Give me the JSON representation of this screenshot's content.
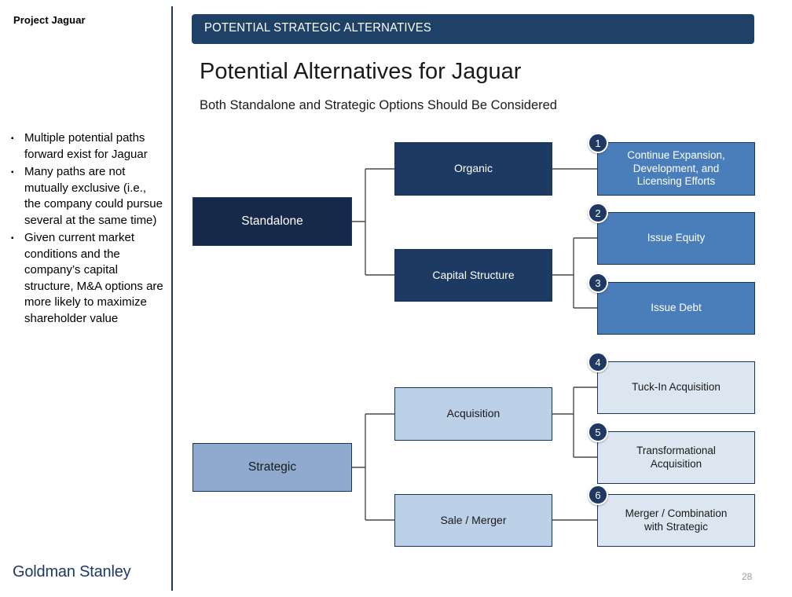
{
  "sidebar": {
    "project_title": "Project Jaguar",
    "bullet_mark": "▪",
    "bullets": [
      "Multiple potential paths forward exist for Jaguar",
      "Many paths are not mutually exclusive (i.e., the company could pursue several at the same time)",
      "Given current market conditions and the company’s capital structure, M&A options are more likely to maximize shareholder value"
    ],
    "brand": "Goldman Stanley"
  },
  "header": {
    "banner_text": "POTENTIAL STRATEGIC ALTERNATIVES",
    "title": "Potential Alternatives for Jaguar",
    "subtitle": "Both Standalone and Strategic Options Should Be Considered"
  },
  "footer": {
    "page_number": "28"
  },
  "colors": {
    "banner": "#1f4067",
    "level1_standalone": "#16294a",
    "level1_strategic": "#8faace",
    "level2_dark": "#1d3a62",
    "level2_light": "#bcd0e8",
    "level3_blue": "#4a7ebb",
    "level3_pale": "#dce6f1",
    "border": "#17365d",
    "connector": "#4a4a4a",
    "divider": "#1f3864",
    "brand_text": "#1f3864",
    "page_number": "#9aa0a6"
  },
  "diagram": {
    "nodes": {
      "standalone": "Standalone",
      "organic": "Organic",
      "capital_structure": "Capital Structure",
      "strategic": "Strategic",
      "acquisition": "Acquisition",
      "sale_merger": "Sale / Merger",
      "option1": "Continue Expansion,\nDevelopment, and\nLicensing Efforts",
      "option2": "Issue Equity",
      "option3": "Issue Debt",
      "option4": "Tuck-In Acquisition",
      "option5": "Transformational\nAcquisition",
      "option6": "Merger / Combination\nwith Strategic"
    },
    "badges": {
      "b1": "1",
      "b2": "2",
      "b3": "3",
      "b4": "4",
      "b5": "5",
      "b6": "6"
    }
  }
}
